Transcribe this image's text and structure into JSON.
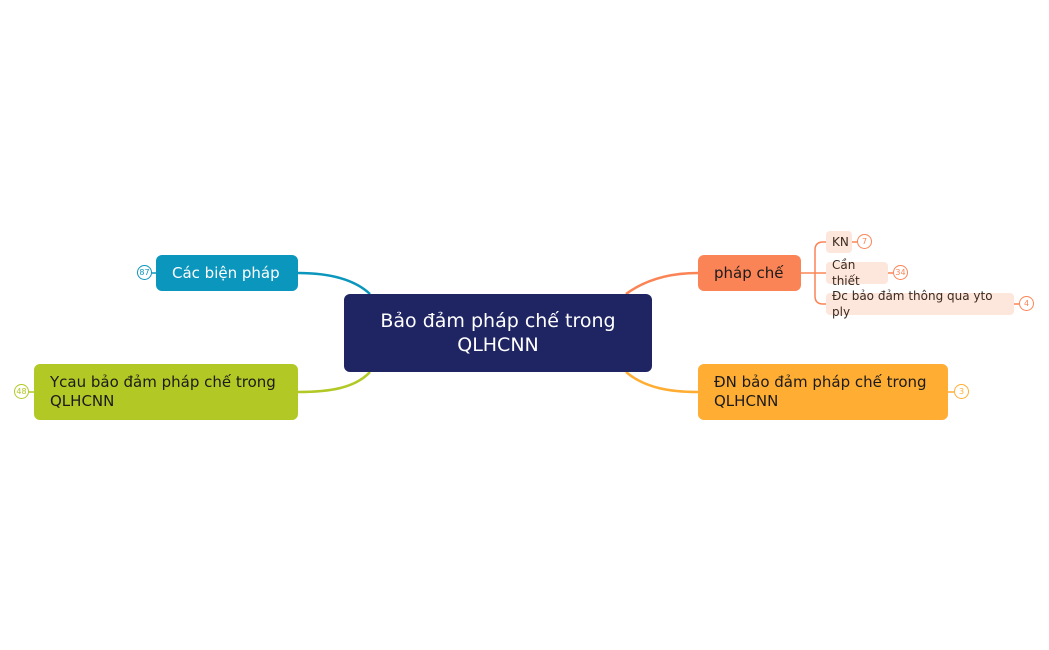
{
  "central": {
    "label": "Bảo đảm pháp chế trong QLHCNN",
    "color": "#1f2563"
  },
  "branches": {
    "bien_phap": {
      "label": "Các biện pháp",
      "count": "87",
      "color": "#0b96bd"
    },
    "ycau": {
      "label": "Ycau bảo đảm pháp chế trong QLHCNN",
      "count": "48",
      "color": "#b2c824"
    },
    "phap_che": {
      "label": "pháp chế",
      "color": "#fb8456",
      "children": [
        {
          "label": "KN",
          "count": "7"
        },
        {
          "label": "Cần thiết",
          "count": "34"
        },
        {
          "label": "Đc bảo đảm thông qua yto ply",
          "count": "4"
        }
      ]
    },
    "dn": {
      "label": "ĐN bảo đảm pháp chế trong QLHCNN",
      "count": "3",
      "color": "#ffad33"
    }
  },
  "colors": {
    "sub_fill": "#fde6dc",
    "sub_text": "#3b2a20"
  }
}
